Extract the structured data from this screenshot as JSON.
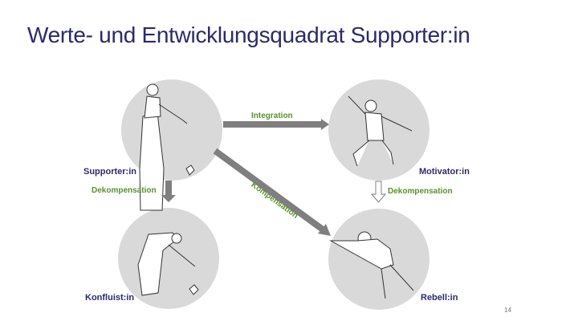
{
  "title": "Werte- und Entwicklungsquadrat Supporter:in",
  "nodes": {
    "supporter": "Supporter:in",
    "motivator": "Motivator:in",
    "konfluist": "Konfluist:in",
    "rebell": "Rebell:in"
  },
  "arrows": {
    "integration": "Integration",
    "kompensation": "Kompensation",
    "dekompensation_left": "Dekompensation",
    "dekompensation_right": "Dekompensation"
  },
  "page_number": "14",
  "colors": {
    "title": "#2b2a6b",
    "green": "#5a8f2e",
    "circle": "#d9d9d9",
    "arrow": "#7f7f7f"
  }
}
